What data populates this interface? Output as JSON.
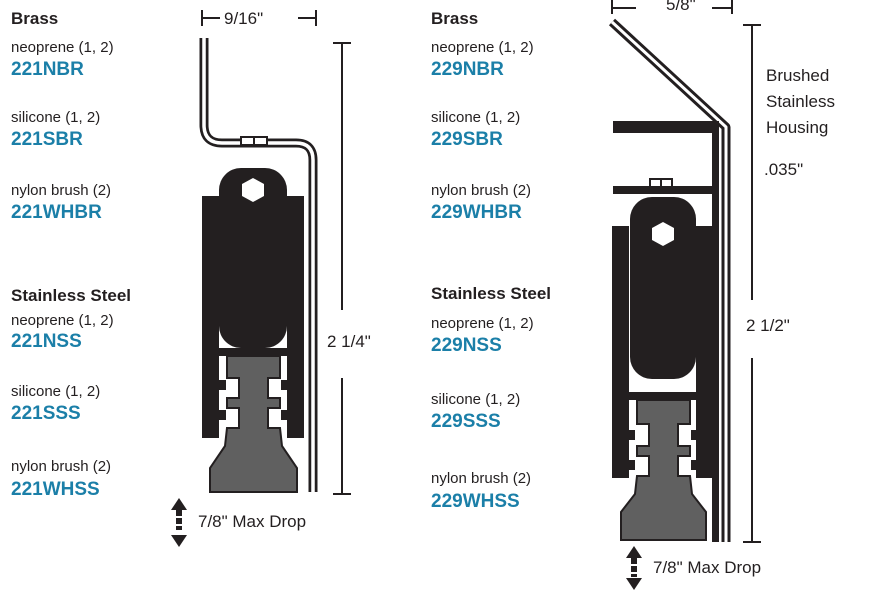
{
  "left": {
    "groups": [
      {
        "heading": "Brass",
        "items": [
          {
            "material": "neoprene (1, 2)",
            "code": "221NBR"
          },
          {
            "material": "silicone (1, 2)",
            "code": "221SBR"
          },
          {
            "material": "nylon brush (2)",
            "code": "221WHBR"
          }
        ]
      },
      {
        "heading": "Stainless Steel",
        "items": [
          {
            "material": "neoprene (1, 2)",
            "code": "221NSS"
          },
          {
            "material": "silicone (1, 2)",
            "code": "221SSS"
          },
          {
            "material": "nylon brush (2)",
            "code": "221WHSS"
          }
        ]
      }
    ],
    "dims": {
      "width": "9/16\"",
      "height": "2 1/4\"",
      "drop": "7/8\" Max Drop"
    }
  },
  "right": {
    "groups": [
      {
        "heading": "Brass",
        "items": [
          {
            "material": "neoprene (1, 2)",
            "code": "229NBR"
          },
          {
            "material": "silicone (1, 2)",
            "code": "229SBR"
          },
          {
            "material": "nylon brush (2)",
            "code": "229WHBR"
          }
        ]
      },
      {
        "heading": "Stainless Steel",
        "items": [
          {
            "material": "neoprene (1, 2)",
            "code": "229NSS"
          },
          {
            "material": "silicone (1, 2)",
            "code": "229SSS"
          },
          {
            "material": "nylon brush (2)",
            "code": "229WHSS"
          }
        ]
      }
    ],
    "dims": {
      "width": "5/8\"",
      "height": "2 1/2\"",
      "drop": "7/8\" Max Drop"
    },
    "housing_label": [
      "Brushed",
      "Stainless",
      "Housing"
    ],
    "thickness": ".035\""
  },
  "colors": {
    "code": "#1b7fa8",
    "metal": "#231f20",
    "gasket": "#606060"
  }
}
